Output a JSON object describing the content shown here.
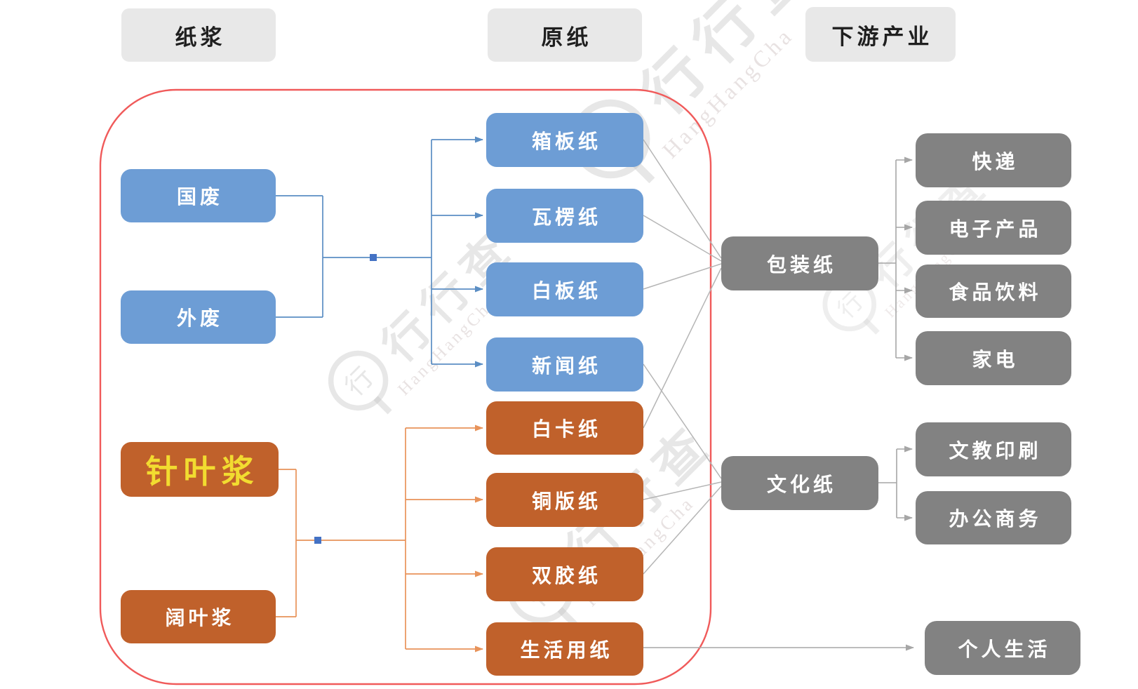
{
  "diagram_title_columns": [
    "纸浆",
    "原纸",
    "下游产业"
  ],
  "watermark": {
    "cn": "行行查",
    "en": "HangHangCha"
  },
  "colors": {
    "blue_box": "#6d9dd5",
    "orange_box": "#c0612b",
    "gray_box": "#828282",
    "header_bg": "#e8e8e8",
    "red_border": "#f05a5a",
    "blue_line": "#5b8ec4",
    "orange_line": "#e8935a",
    "gray_line": "#ababab",
    "yellow_text": "#f2dc30",
    "junction_marker": "#4472c4"
  },
  "nodes": {
    "h_pulp": "纸浆",
    "h_paper": "原纸",
    "h_down": "下游产业",
    "guofei": "国废",
    "waifei": "外废",
    "zhenye": "针叶浆",
    "kuoye": "阔叶浆",
    "xiangban": "箱板纸",
    "waleng": "瓦楞纸",
    "baiban": "白板纸",
    "xinwen": "新闻纸",
    "baika": "白卡纸",
    "tongban": "铜版纸",
    "shuangjiao": "双胶纸",
    "shenghuo": "生活用纸",
    "baozhuang": "包装纸",
    "wenhua": "文化纸",
    "kuaidi": "快递",
    "dianzi": "电子产品",
    "shipin": "食品饮料",
    "jiadian": "家电",
    "wenjiao": "文教印刷",
    "bangong": "办公商务",
    "geren": "个人生活"
  },
  "chart_data": {
    "type": "flow-diagram",
    "columns": [
      {
        "header": "纸浆",
        "items": [
          "国废",
          "外废",
          "针叶浆",
          "阔叶浆"
        ]
      },
      {
        "header": "原纸",
        "items": [
          "箱板纸",
          "瓦楞纸",
          "白板纸",
          "新闻纸",
          "白卡纸",
          "铜版纸",
          "双胶纸",
          "生活用纸"
        ]
      },
      {
        "header": "",
        "items": [
          "包装纸",
          "文化纸"
        ]
      },
      {
        "header": "下游产业",
        "items": [
          "快递",
          "电子产品",
          "食品饮料",
          "家电",
          "文教印刷",
          "办公商务",
          "个人生活"
        ]
      }
    ],
    "flows": [
      {
        "sources": [
          "国废",
          "外废"
        ],
        "targets": [
          "箱板纸",
          "瓦楞纸",
          "白板纸",
          "新闻纸"
        ]
      },
      {
        "sources": [
          "针叶浆",
          "阔叶浆"
        ],
        "targets": [
          "白卡纸",
          "铜版纸",
          "双胶纸",
          "生活用纸"
        ]
      },
      {
        "sources": [
          "箱板纸",
          "瓦楞纸",
          "白板纸",
          "白卡纸"
        ],
        "targets": [
          "包装纸"
        ]
      },
      {
        "sources": [
          "新闻纸",
          "铜版纸",
          "双胶纸"
        ],
        "targets": [
          "文化纸"
        ]
      },
      {
        "sources": [
          "包装纸"
        ],
        "targets": [
          "快递",
          "电子产品",
          "食品饮料",
          "家电"
        ]
      },
      {
        "sources": [
          "文化纸"
        ],
        "targets": [
          "文教印刷",
          "办公商务"
        ]
      },
      {
        "sources": [
          "生活用纸"
        ],
        "targets": [
          "个人生活"
        ]
      }
    ],
    "red_outline_encloses": [
      "纸浆",
      "原纸"
    ]
  }
}
